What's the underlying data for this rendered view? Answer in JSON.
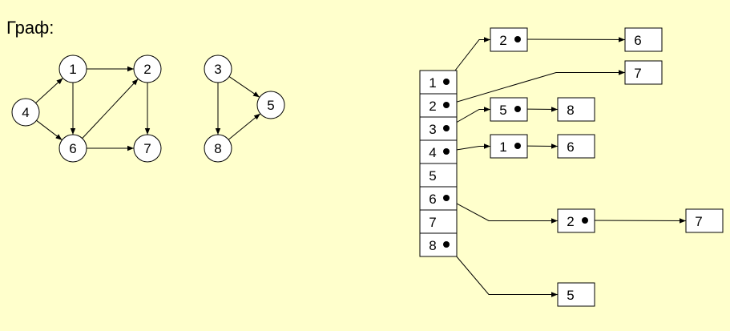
{
  "title": "Граф:",
  "colors": {
    "background": "#FFFFCC",
    "node_fill": "#FFFFFF",
    "stroke": "#000000"
  },
  "graph": {
    "nodes": [
      "1",
      "2",
      "3",
      "4",
      "5",
      "6",
      "7",
      "8"
    ],
    "edges": [
      [
        "4",
        "1"
      ],
      [
        "4",
        "6"
      ],
      [
        "1",
        "2"
      ],
      [
        "1",
        "6"
      ],
      [
        "6",
        "2"
      ],
      [
        "6",
        "7"
      ],
      [
        "2",
        "7"
      ],
      [
        "3",
        "5"
      ],
      [
        "3",
        "8"
      ],
      [
        "8",
        "5"
      ]
    ]
  },
  "adjacency": {
    "index_labels": [
      "1",
      "2",
      "3",
      "4",
      "5",
      "6",
      "7",
      "8"
    ],
    "lists": {
      "1": [
        "2",
        "6"
      ],
      "2": [
        "7"
      ],
      "3": [
        "5",
        "8"
      ],
      "4": [
        "1",
        "6"
      ],
      "5": [],
      "6": [
        "2",
        "7"
      ],
      "7": [],
      "8": [
        "5"
      ]
    }
  }
}
